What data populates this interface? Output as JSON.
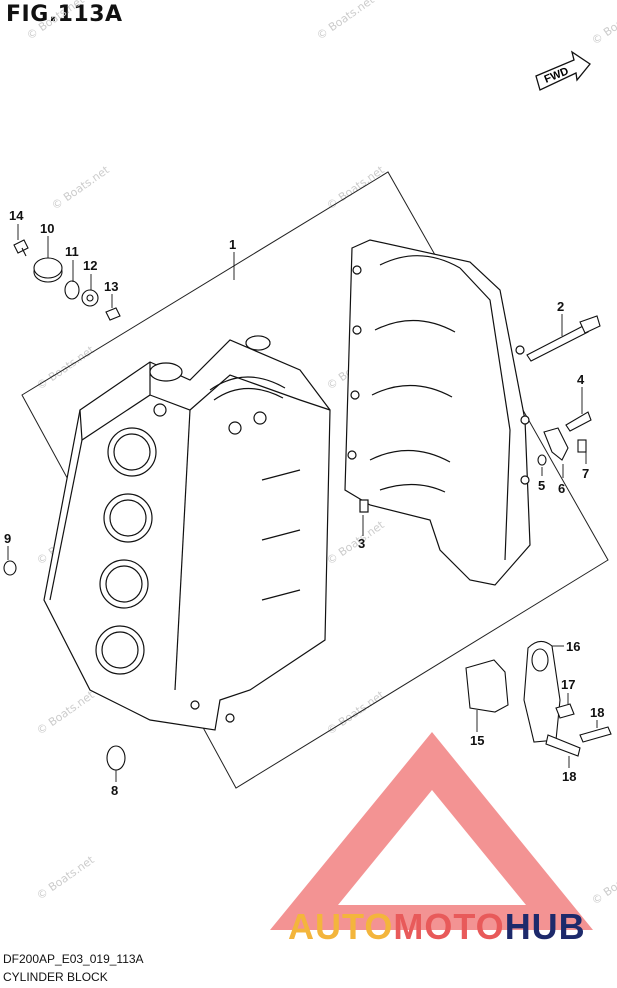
{
  "figure": {
    "title": "FIG.113A",
    "code": "DF200AP_E03_019_113A",
    "caption": "CYLINDER BLOCK",
    "fwd_label": "FWD"
  },
  "callouts": [
    "1",
    "2",
    "3",
    "4",
    "5",
    "6",
    "7",
    "8",
    "9",
    "10",
    "11",
    "12",
    "13",
    "14",
    "15",
    "16",
    "17",
    "18",
    "18"
  ],
  "watermark": {
    "text": "© Boats.net",
    "brand_parts": [
      "AUTO",
      "MOTO",
      "HUB"
    ],
    "brand_colors": [
      "#f3b53c",
      "#e85a5a",
      "#1d2a6b"
    ]
  }
}
